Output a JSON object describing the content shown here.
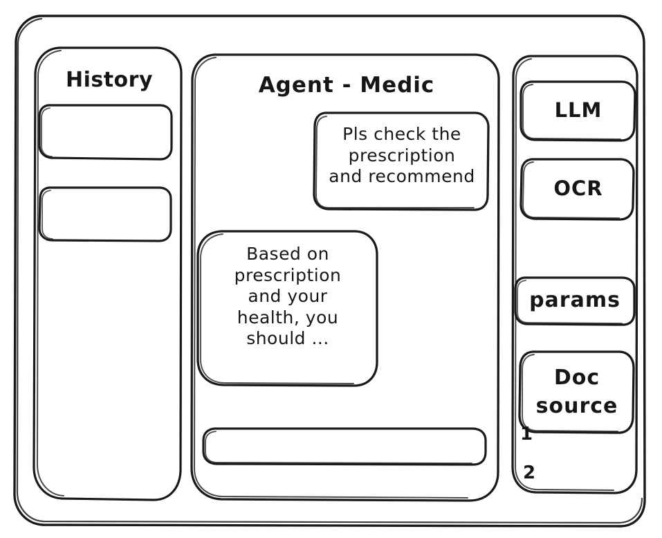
{
  "window": {
    "style": "hand-drawn wireframe",
    "stroke_color": "#1a1a1a",
    "background_color": "#ffffff"
  },
  "history_panel": {
    "title": "History",
    "items": [
      {
        "label": "",
        "name": "history-item-1"
      },
      {
        "label": "",
        "name": "history-item-2"
      }
    ]
  },
  "main_panel": {
    "title": "Agent - Medic",
    "messages": [
      {
        "role": "user",
        "align": "right",
        "text": "Pls check the\nprescription\nand recommend"
      },
      {
        "role": "assistant",
        "align": "left",
        "text": "Based on\nprescription\nand your\nhealth, you\nshould ..."
      }
    ],
    "composer": {
      "value": "",
      "placeholder": ""
    }
  },
  "tools_panel": {
    "buttons": [
      {
        "label": "LLM",
        "name": "llm-button"
      },
      {
        "label": "OCR",
        "name": "ocr-button"
      },
      {
        "label": "params",
        "name": "params-button"
      },
      {
        "label": "Doc\nsource",
        "name": "doc-source-button"
      }
    ],
    "doc_sources": [
      {
        "label": "1"
      },
      {
        "label": "2"
      }
    ]
  }
}
